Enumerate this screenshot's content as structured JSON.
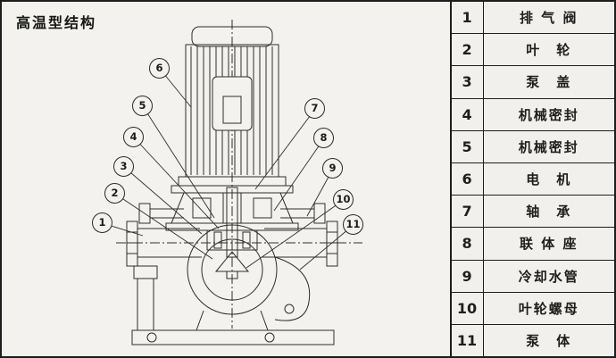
{
  "title": "高温型结构",
  "table": {
    "rows": [
      {
        "num": "1",
        "name": "排 气 阀"
      },
      {
        "num": "2",
        "name": "叶　轮"
      },
      {
        "num": "3",
        "name": "泵　盖"
      },
      {
        "num": "4",
        "name": "机械密封"
      },
      {
        "num": "5",
        "name": "机械密封"
      },
      {
        "num": "6",
        "name": "电　机"
      },
      {
        "num": "7",
        "name": "轴　承"
      },
      {
        "num": "8",
        "name": "联 体 座"
      },
      {
        "num": "9",
        "name": "冷却水管"
      },
      {
        "num": "10",
        "name": "叶轮螺母"
      },
      {
        "num": "11",
        "name": "泵　体"
      }
    ]
  },
  "callouts": [
    {
      "num": "1"
    },
    {
      "num": "2"
    },
    {
      "num": "3"
    },
    {
      "num": "4"
    },
    {
      "num": "5"
    },
    {
      "num": "6"
    },
    {
      "num": "7"
    },
    {
      "num": "8"
    },
    {
      "num": "9"
    },
    {
      "num": "10"
    },
    {
      "num": "11"
    }
  ],
  "colors": {
    "ink": "#2a2a2a",
    "background": "#f3f2ee"
  }
}
